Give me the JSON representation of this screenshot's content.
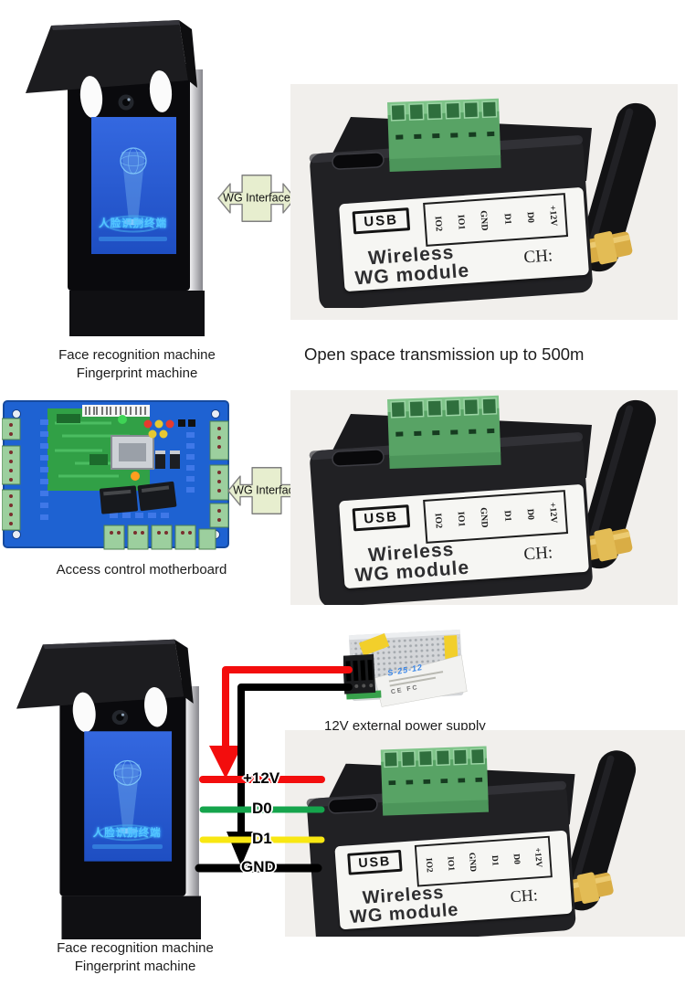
{
  "captions": {
    "device1_line1": "Face recognition machine",
    "device1_line2": "Fingerprint machine",
    "transmission": "Open space transmission up to 500m",
    "board": "Access control motherboard",
    "psu": "12V external power supply",
    "device2_line1": "Face recognition machine",
    "device2_line2": "Fingerprint machine"
  },
  "arrow": {
    "label": "WG Interface",
    "fill": "#e7eecf"
  },
  "module": {
    "usb": "USB",
    "pins": [
      "IO2",
      "IO1",
      "GND",
      "D1",
      "D0",
      "+12V"
    ],
    "name1": "Wireless",
    "name2": "WG module",
    "ch": "CH:"
  },
  "screen": {
    "cn": "人脸识别终端"
  },
  "psu": {
    "brand": "S-25-12",
    "marks": "CE FC"
  },
  "wires": [
    {
      "label": "+12V",
      "color": "#f30d0d"
    },
    {
      "label": "D0",
      "color": "#15a44c"
    },
    {
      "label": "D1",
      "color": "#f8e712"
    },
    {
      "label": "GND",
      "color": "#000000"
    }
  ],
  "colors": {
    "photo_bg": "#f1efec",
    "screen_blue": "#2a5fd6",
    "terminal_green": "#58a365",
    "antenna_gold": "#d9ad45",
    "board_blue": "#1e62d2"
  }
}
